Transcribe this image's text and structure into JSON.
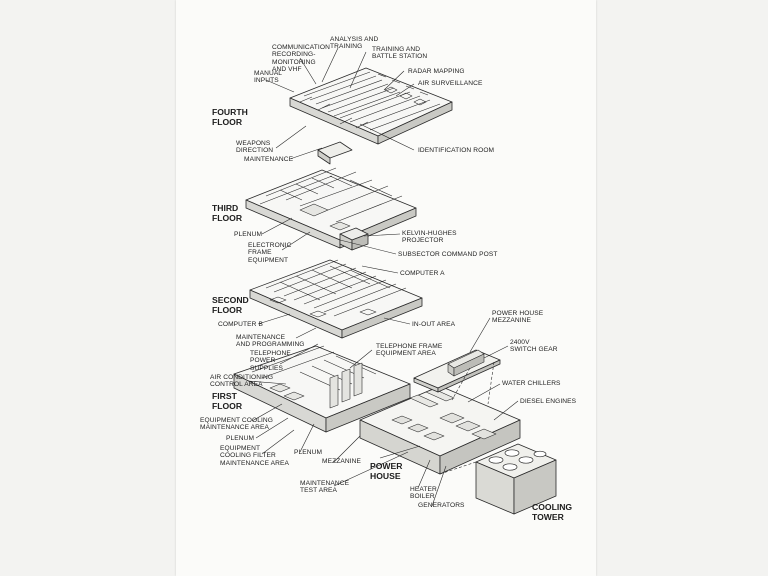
{
  "floors": {
    "fourth": "FOURTH\nFLOOR",
    "third": "THIRD\nFLOOR",
    "second": "SECOND\nFLOOR",
    "first": "FIRST\nFLOOR",
    "power_house": "POWER\nHOUSE",
    "cooling_tower": "COOLING\nTOWER"
  },
  "labels": {
    "analysis_training": "ANALYSIS AND\nTRAINING",
    "communication": "COMMUNICATION\nRECORDING-\nMONITORING\nAND VHF",
    "training_battle": "TRAINING AND\nBATTLE STATION",
    "manual_inputs": "MANUAL\nINPUTS",
    "radar_mapping": "RADAR MAPPING",
    "air_surveillance": "AIR SURVEILLANCE",
    "weapons_direction": "WEAPONS\nDIRECTION",
    "maintenance": "MAINTENANCE",
    "identification_room": "IDENTIFICATION ROOM",
    "plenum_third": "PLENUM",
    "electronic_frame": "ELECTRONIC\nFRAME\nEQUIPMENT",
    "kelvin_hughes": "KELVIN-HUGHES\nPROJECTOR",
    "subsector": "SUBSECTOR COMMAND POST",
    "computer_a": "COMPUTER A",
    "computer_b": "COMPUTER B",
    "in_out": "IN-OUT AREA",
    "maint_programming": "MAINTENANCE\nAND PROGRAMMING",
    "telephone_power": "TELEPHONE\nPOWER\nSUPPLIES",
    "telephone_frame": "TELEPHONE FRAME\nEQUIPMENT AREA",
    "power_house_mezz": "POWER HOUSE\nMEZZANINE",
    "switch_gear": "2400V\nSWITCH GEAR",
    "air_conditioning": "AIR CONDITIONING\nCONTROL AREA",
    "water_chillers": "WATER CHILLERS",
    "diesel_engines": "DIESEL ENGINES",
    "equip_cooling_maint": "EQUIPMENT COOLING\nMAINTENANCE AREA",
    "plenum_first_a": "PLENUM",
    "equip_cooling_filter": "EQUIPMENT\nCOOLING FILTER\nMAINTENANCE AREA",
    "plenum_first_b": "PLENUM",
    "mezzanine": "MEZZANINE",
    "maint_test": "MAINTENANCE\nTEST AREA",
    "heater_boiler": "HEATER\nBOILER",
    "generators": "GENERATORS"
  }
}
